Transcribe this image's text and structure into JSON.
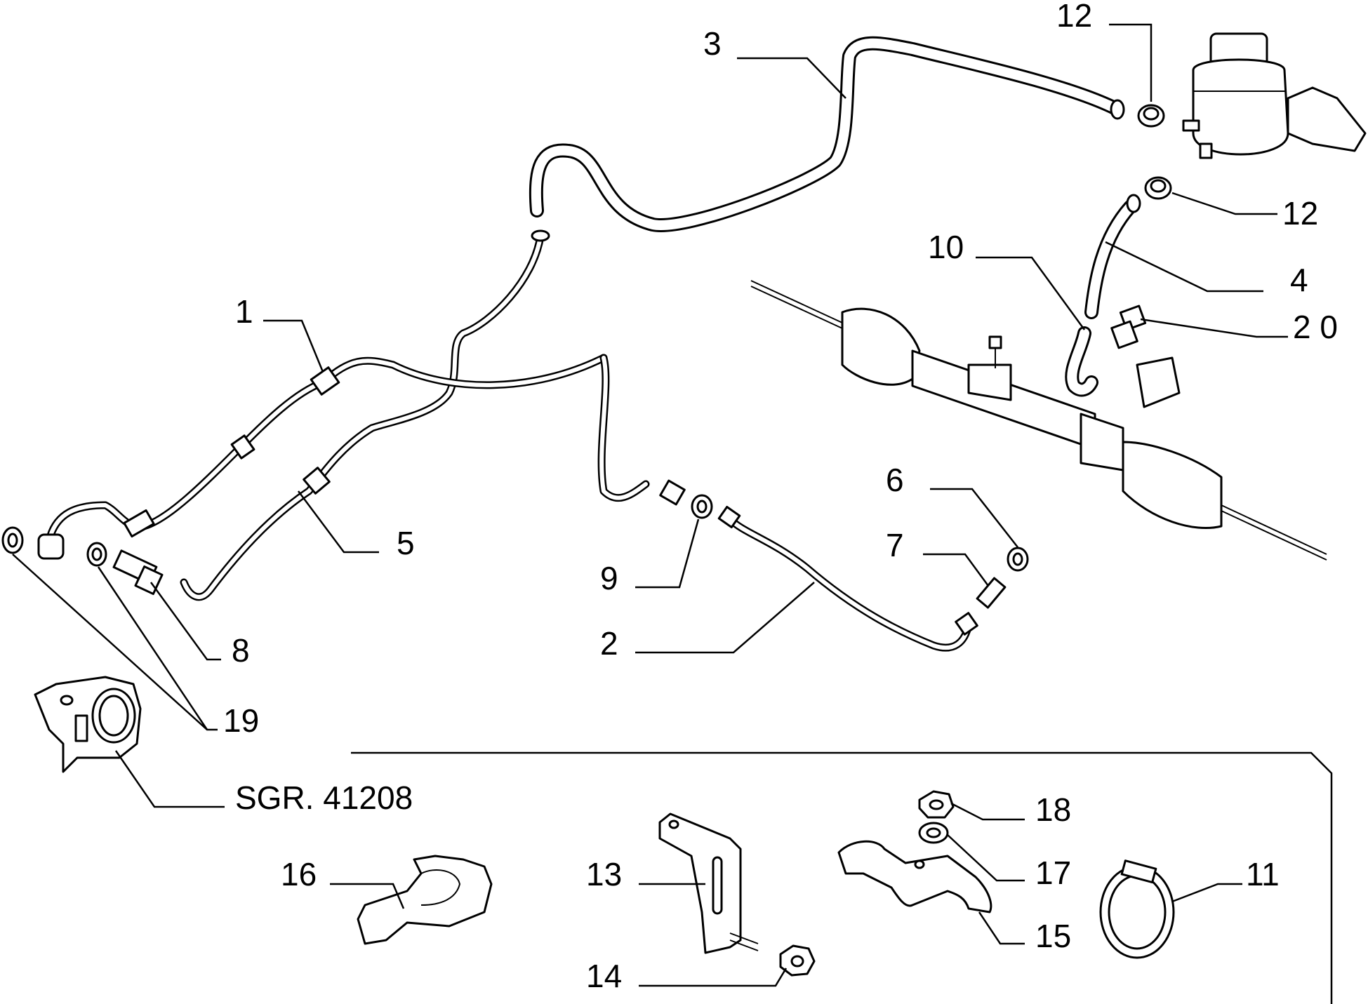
{
  "callouts": {
    "c1": "1",
    "c2": "2",
    "c3": "3",
    "c4": "4",
    "c5": "5",
    "c6": "6",
    "c7": "7",
    "c8": "8",
    "c9": "9",
    "c10": "10",
    "c11": "11",
    "c12a": "12",
    "c12b": "12",
    "c13": "13",
    "c14": "14",
    "c15": "15",
    "c16": "16",
    "c17": "17",
    "c18": "18",
    "c19": "19",
    "c20": "2 0",
    "sgr": "SGR. 41208"
  }
}
